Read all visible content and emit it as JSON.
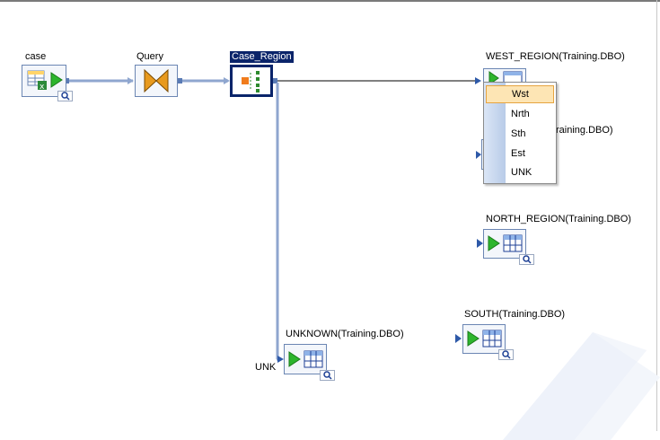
{
  "nodes": {
    "case": {
      "label": "case"
    },
    "query": {
      "label": "Query"
    },
    "case_region": {
      "label": "Case_Region"
    },
    "west": {
      "label": "WEST_REGION(Training.DBO)"
    },
    "east": {
      "label": "raining.DBO)"
    },
    "north": {
      "label": "NORTH_REGION(Training.DBO)"
    },
    "south": {
      "label": "SOUTH(Training.DBO)"
    },
    "unknown": {
      "label": "UNKNOWN(Training.DBO)"
    }
  },
  "output_label": "UNK",
  "popup": {
    "items": [
      "Wst",
      "Nrth",
      "Sth",
      "Est",
      "UNK"
    ],
    "highlighted_index": 0
  },
  "colors": {
    "connector": "#8fa6cf",
    "selection": "#0a246a",
    "highlight": "#fde5b4",
    "play": "#2db52d"
  }
}
